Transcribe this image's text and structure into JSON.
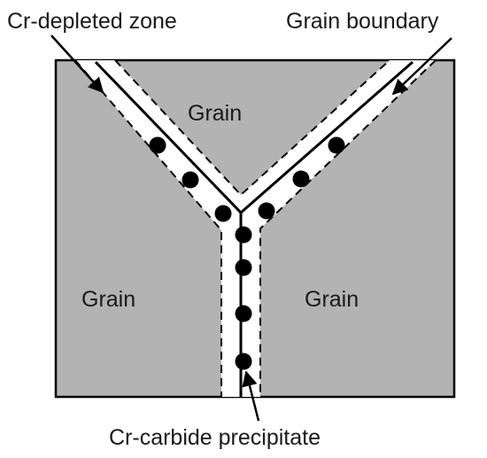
{
  "labels": {
    "depleted_zone": "Cr-depleted zone",
    "grain_boundary": "Grain boundary",
    "grain_top": "Grain",
    "grain_left": "Grain",
    "grain_right": "Grain",
    "precipitate": "Cr-carbide precipitate"
  },
  "colors": {
    "grain_fill": "#b3b3b3",
    "depleted_zone_fill": "#ffffff",
    "boundary_line": "#000000",
    "precipitate_fill": "#000000",
    "outline": "#000000"
  },
  "precipitate_count": 10
}
